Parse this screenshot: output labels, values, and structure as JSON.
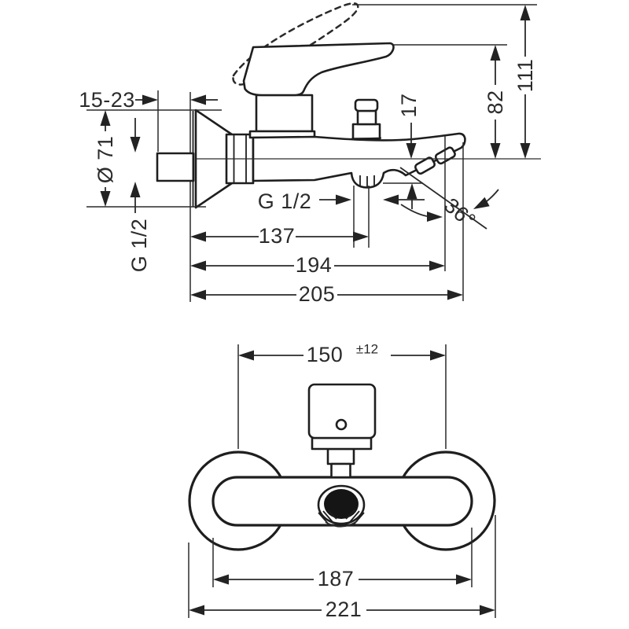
{
  "side_view": {
    "wall_depth": "15-23",
    "escutcheon_diameter": "Ø 71",
    "wall_thread": "G 1/2",
    "outlet_thread": "G 1/2",
    "reach_shower_outlet": "137",
    "reach_aerator": "194",
    "reach_total": "205",
    "outlet_drop": "17",
    "height_handle": "82",
    "height_max": "111",
    "spout_angle": "36°"
  },
  "front_view": {
    "connection_centers": "150",
    "connection_tolerance": "±12",
    "body_width": "187",
    "overall_width": "221"
  }
}
